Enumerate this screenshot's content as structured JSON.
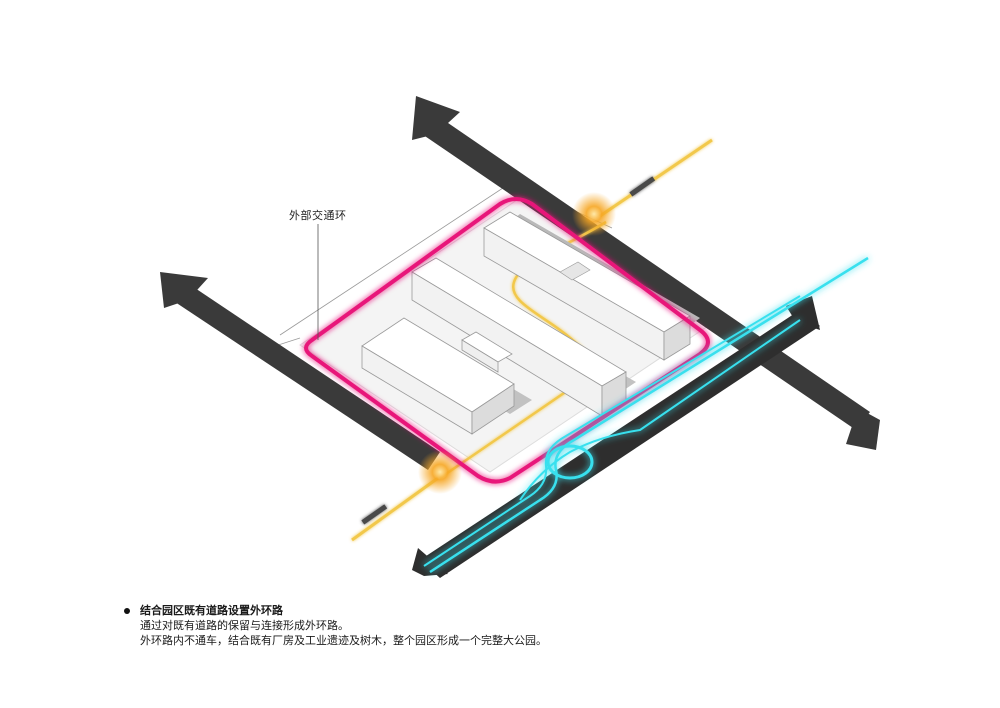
{
  "callout": {
    "label": "外部交通环"
  },
  "caption": {
    "title": "结合园区既有道路设置外环路",
    "line1": "通过对既有道路的保留与连接形成外环路。",
    "line2": "外环路内不通车，结合既有厂房及工业遗迹及树木，整个园区形成一个完整大公园。"
  },
  "colors": {
    "road": "#3a3a3a",
    "loop": "#e8177a",
    "path": "#f2c84b",
    "cyan": "#39e0ee",
    "building": "#ffffff",
    "shadow": "#b9b9b9"
  },
  "icons": {
    "arrowheads": "road-arrow-icon",
    "lights": "light-glow-icon",
    "bullet": "bullet-icon"
  }
}
